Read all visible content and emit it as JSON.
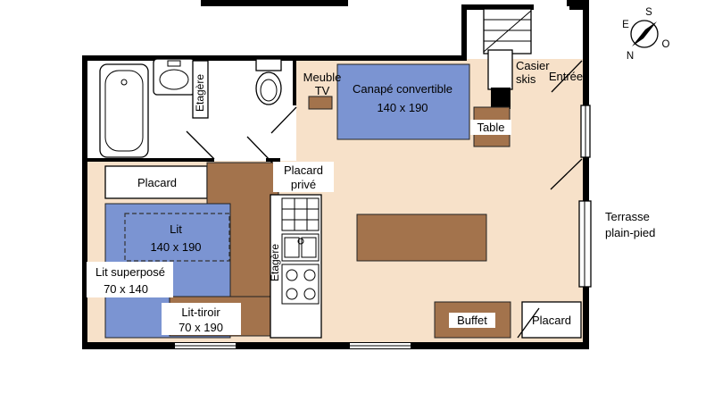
{
  "colors": {
    "floor": "#f7e1c9",
    "furniture_blue": "#7b94d2",
    "furniture_brown": "#a3734c",
    "wall": "#000000",
    "background": "#ffffff"
  },
  "labels": {
    "canape1": "Canapé convertible",
    "canape2": "140 x 190",
    "meuble1": "Meuble",
    "meuble2": "TV",
    "table": "Table",
    "casier1": "Casier",
    "casier2": "skis",
    "entree": "Entrée",
    "placard_gauche": "Placard",
    "placard_prive1": "Placard",
    "placard_prive2": "privé",
    "lit": "Lit",
    "lit_dim": "140 x 190",
    "lit_superpose": "Lit superposé",
    "lit_superpose_dim": "70 x 140",
    "lit_tiroir": "Lit-tiroir",
    "lit_tiroir_dim": "70 x 190",
    "etagere_bain": "Etagère",
    "etagere_cuisine": "Etagère",
    "buffet": "Buffet",
    "placard_bas": "Placard",
    "terrasse1": "Terrasse",
    "terrasse2": "plain-pied",
    "compass_n": "N",
    "compass_s": "S",
    "compass_e": "E",
    "compass_o": "O"
  }
}
